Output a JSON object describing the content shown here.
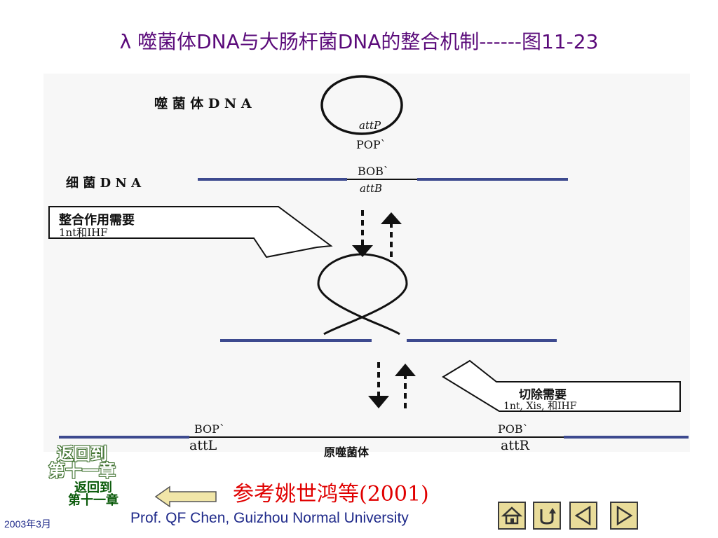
{
  "title": "λ 噬菌体DNA与大肠杆菌DNA的整合机制------图11-23",
  "figure": {
    "phage_dna_label": "噬 菌 体 D N A",
    "attP": "attP",
    "POP": "POP`",
    "bacterial_dna_label": "细 菌 D N A",
    "BOB": "BOB`",
    "attB": "attB",
    "integration_callout_line1": "整合作用需要",
    "integration_callout_line2": "1nt和IHF",
    "excision_callout_line1": "切除需要",
    "excision_callout_line2": "1nt, Xis, 和IHF",
    "BOP": "BOP`",
    "attL": "attL",
    "POB": "POB`",
    "attR": "attR",
    "prophage_label": "原噬菌体"
  },
  "reference": "参考姚世鸿等(2001)",
  "back_link_outline": [
    "返回到",
    "第十一章"
  ],
  "back_link_solid": [
    "返回到",
    "第十一章"
  ],
  "footer": {
    "author": "Prof. QF Chen, Guizhou Normal University",
    "date": "2003年3月"
  },
  "colors": {
    "title": "#5a0a7a",
    "dna_line": "#3d4a8f",
    "reference": "#e00000",
    "footer": "#1f2a8a",
    "nav_button": "#e9dc9a"
  },
  "nav": [
    "home-icon",
    "return-icon",
    "previous-icon",
    "next-icon"
  ]
}
